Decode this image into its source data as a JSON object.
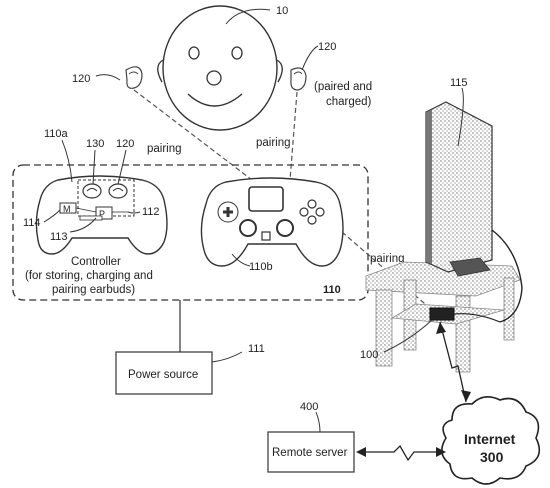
{
  "labels": {
    "ref_user": "10",
    "ref_earbud_left": "120",
    "ref_earbud_right": "120",
    "earbud_note_line1": "(paired and",
    "earbud_note_line2": "charged)",
    "ref_tv": "115",
    "ref_controller_a": "110a",
    "ref_case": "130",
    "ref_earbuds_stored": "120",
    "ref_port": "112",
    "ref_m": "114",
    "ref_p": "113",
    "ref_controller_b": "110b",
    "ref_system": "110",
    "ref_console": "100",
    "ref_power": "111",
    "ref_server": "400",
    "pairing_1": "pairing",
    "pairing_2": "pairing",
    "pairing_3": "pairing",
    "controller_line1": "Controller",
    "controller_line2": "(for storing, charging and",
    "controller_line3": "pairing earbuds)",
    "power_source": "Power source",
    "remote_server": "Remote server",
    "internet_line1": "Internet",
    "internet_line2": "300",
    "m_letter": "M",
    "p_letter": "P"
  }
}
